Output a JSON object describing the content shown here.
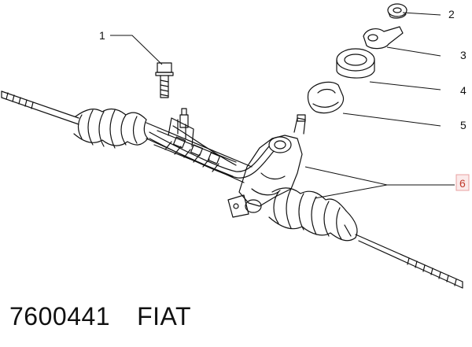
{
  "callouts": [
    {
      "number": "1",
      "highlighted": false
    },
    {
      "number": "2",
      "highlighted": false
    },
    {
      "number": "3",
      "highlighted": false
    },
    {
      "number": "4",
      "highlighted": false
    },
    {
      "number": "5",
      "highlighted": false
    },
    {
      "number": "6",
      "highlighted": true
    }
  ],
  "caption": {
    "part_number": "7600441",
    "brand": "FIAT"
  },
  "colors": {
    "line": "#111111",
    "highlight_box": "#e8a0a0",
    "highlight_text": "#c0392b"
  }
}
